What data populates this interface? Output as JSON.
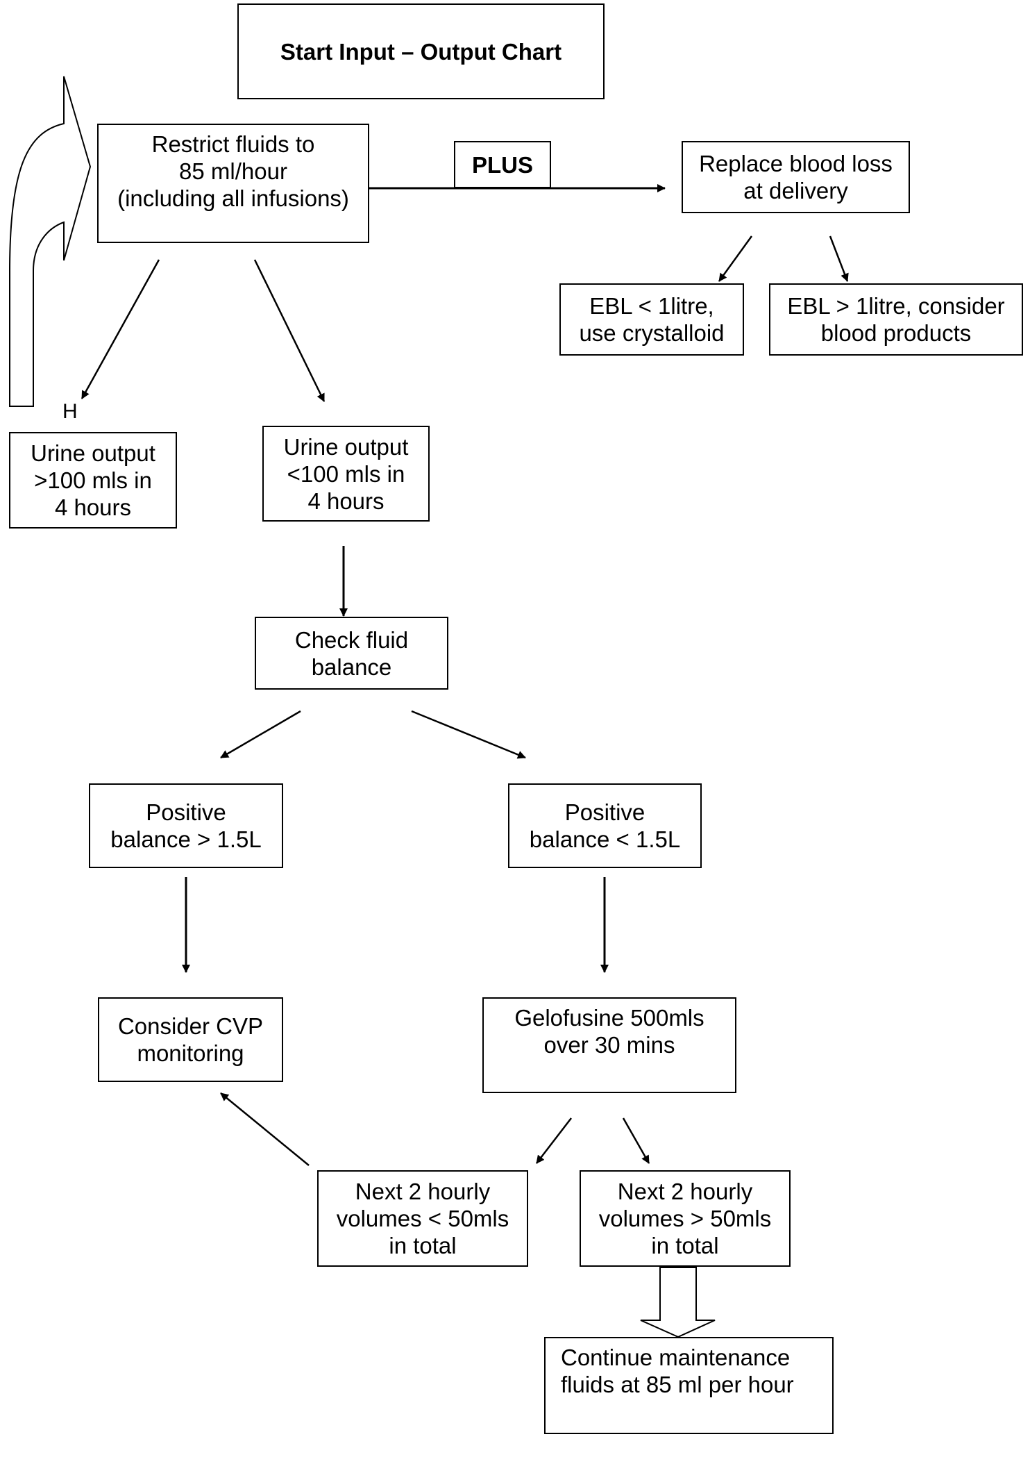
{
  "nodes": {
    "start": "Start Input – Output Chart",
    "restrict": "Restrict fluids to\n85 ml/hour\n(including all infusions)",
    "plus": "PLUS",
    "replace": "Replace blood loss\nat delivery",
    "ebl_low": "EBL < 1litre,\nuse crystalloid",
    "ebl_high": "EBL > 1litre, consider\nblood products",
    "urine_high": "Urine output\n>100 mls in\n4 hours",
    "urine_low": "Urine output\n<100 mls in\n4 hours",
    "check": "Check fluid\nbalance",
    "pos_high": "Positive\nbalance > 1.5L",
    "pos_low": "Positive\nbalance < 1.5L",
    "cvp": "Consider CVP\nmonitoring",
    "gelo": "Gelofusine 500mls\nover 30 mins",
    "next_low": "Next 2 hourly\nvolumes < 50mls\nin total",
    "next_high": "Next 2 hourly\nvolumes > 50mls\nin total",
    "continue": "Continue maintenance\nfluids at 85 ml per hour"
  },
  "labels": {
    "h_mark": "H"
  },
  "colors": {
    "line": "#000000",
    "background": "#ffffff"
  }
}
